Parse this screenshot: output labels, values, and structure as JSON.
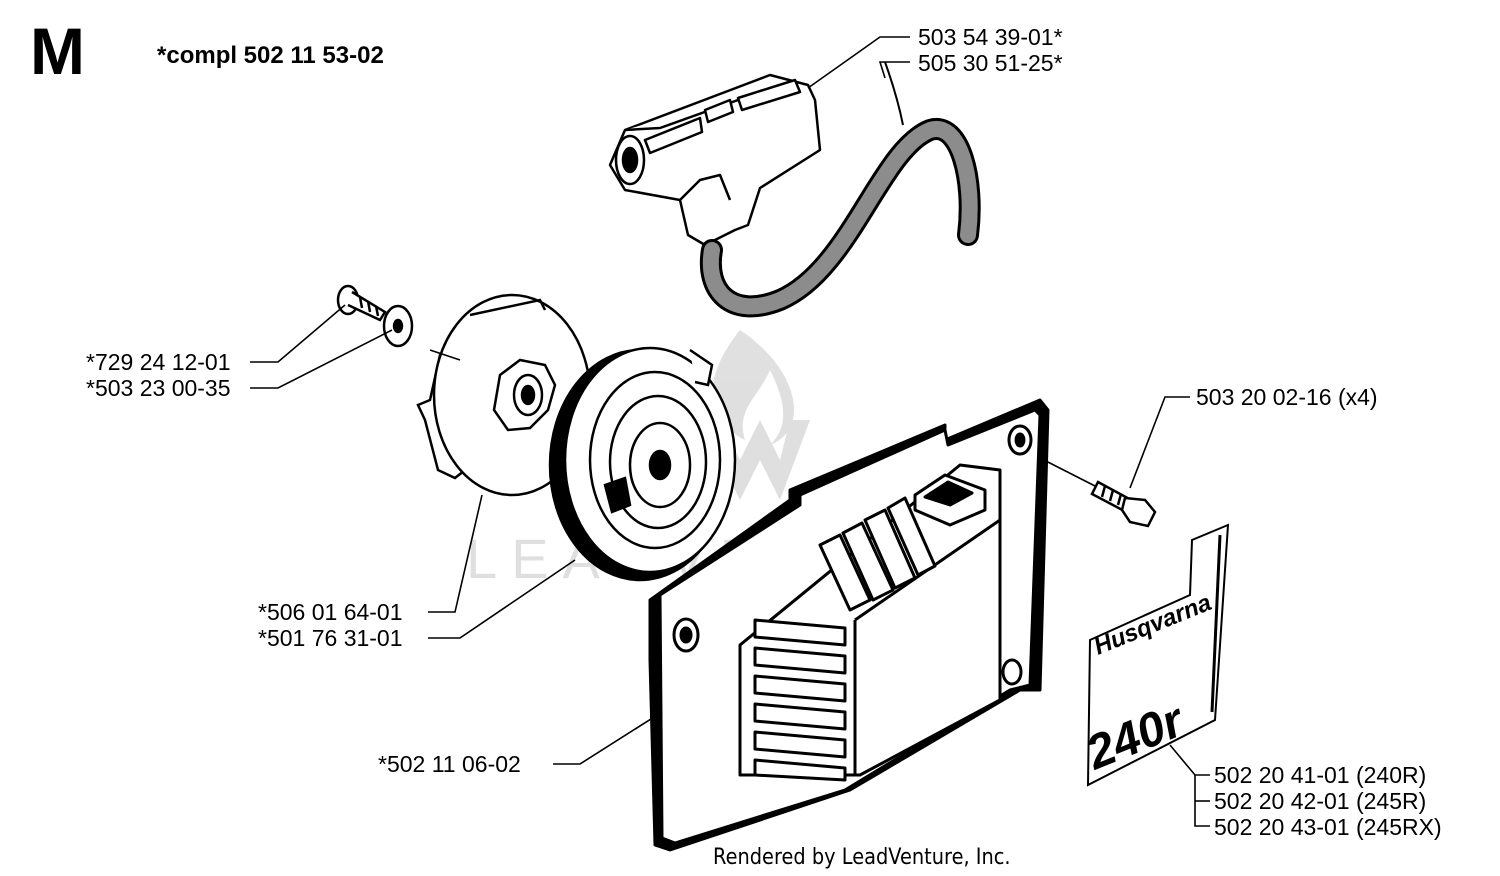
{
  "section": {
    "letter": "M",
    "compl_note": "*compl 502 11 53-02"
  },
  "watermark": {
    "text": "LEADVENTURE"
  },
  "decal": {
    "brand": "Husqvarna",
    "model": "240r"
  },
  "parts": [
    {
      "id": "handle",
      "label": "503 54 39-01*"
    },
    {
      "id": "rope",
      "label": "505 30 51-25*"
    },
    {
      "id": "screw",
      "label": "*729 24 12-01"
    },
    {
      "id": "washer",
      "label": "*503 23 00-35"
    },
    {
      "id": "pulley",
      "label": "*506 01 64-01"
    },
    {
      "id": "spring",
      "label": "*501 76 31-01"
    },
    {
      "id": "cover",
      "label": "*502 11 06-02"
    },
    {
      "id": "bolt",
      "label": "503 20 02-16 (x4)"
    },
    {
      "id": "decal-240r",
      "label": "502 20 41-01 (240R)"
    },
    {
      "id": "decal-245r",
      "label": "502 20 42-01 (245R)"
    },
    {
      "id": "decal-245rx",
      "label": "502 20 43-01 (245RX)"
    }
  ],
  "footer": "Rendered by LeadVenture, Inc."
}
